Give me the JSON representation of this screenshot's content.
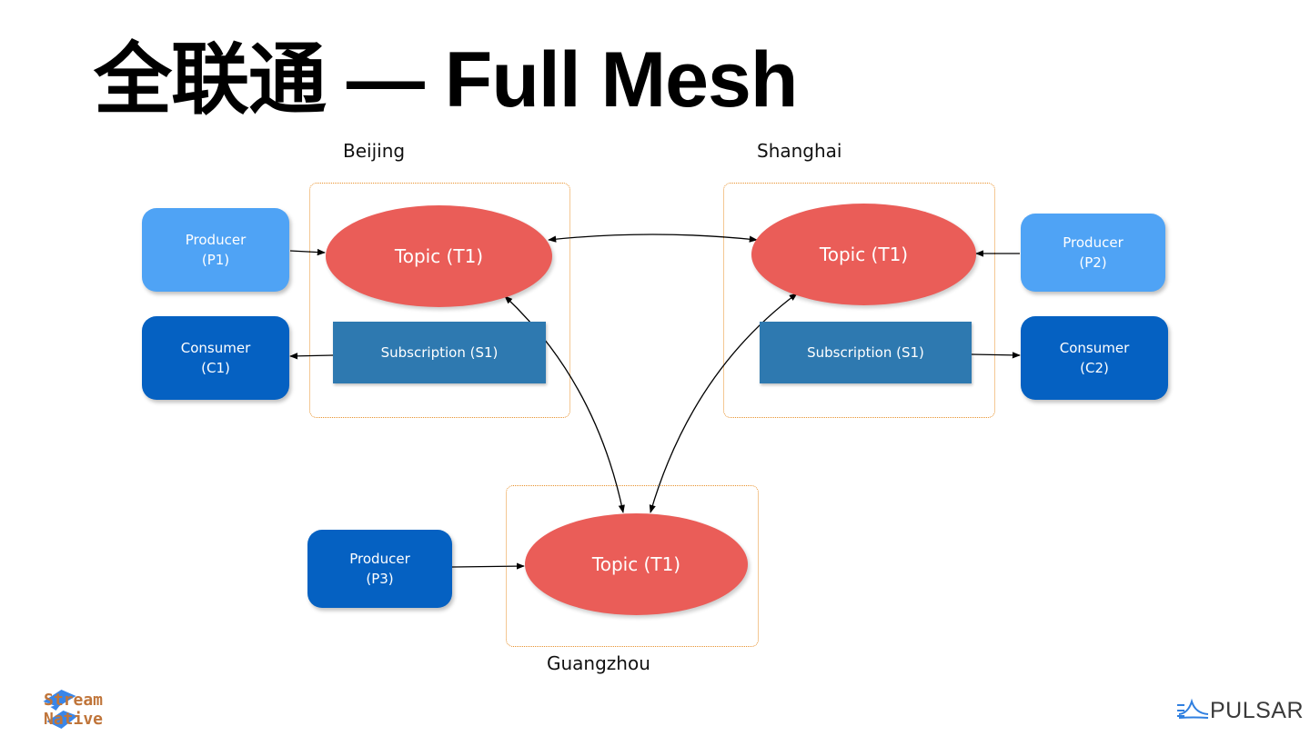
{
  "title": "全联通 — Full Mesh",
  "regions": [
    {
      "id": "beijing",
      "label": "Beijing"
    },
    {
      "id": "shanghai",
      "label": "Shanghai"
    },
    {
      "id": "guangzhou",
      "label": "Guangzhou"
    }
  ],
  "nodes": {
    "p1": "Producer\n(P1)",
    "c1": "Consumer\n(C1)",
    "p2": "Producer\n(P2)",
    "c2": "Consumer\n(C2)",
    "p3": "Producer\n(P3)",
    "topic_beijing": "Topic (T1)",
    "topic_shanghai": "Topic (T1)",
    "topic_guangzhou": "Topic (T1)",
    "sub_beijing": "Subscription (S1)",
    "sub_shanghai": "Subscription (S1)"
  },
  "edges": [
    {
      "from": "p1",
      "to": "topic_beijing",
      "direction": "forward"
    },
    {
      "from": "sub_beijing",
      "to": "c1",
      "direction": "forward"
    },
    {
      "from": "p2",
      "to": "topic_shanghai",
      "direction": "forward"
    },
    {
      "from": "sub_shanghai",
      "to": "c2",
      "direction": "forward"
    },
    {
      "from": "p3",
      "to": "topic_guangzhou",
      "direction": "forward"
    },
    {
      "from": "topic_beijing",
      "to": "topic_shanghai",
      "direction": "both"
    },
    {
      "from": "topic_beijing",
      "to": "topic_guangzhou",
      "direction": "both"
    },
    {
      "from": "topic_shanghai",
      "to": "topic_guangzhou",
      "direction": "both"
    }
  ],
  "colors": {
    "producer_light": "#4fa3f5",
    "client_dark": "#0561c2",
    "topic": "#ea5d58",
    "subscription": "#2e79b0",
    "region_border": "#e8902a"
  },
  "logos": {
    "streamnative_line1": "Stream",
    "streamnative_line2": "Native",
    "pulsar": "PULSAR"
  }
}
